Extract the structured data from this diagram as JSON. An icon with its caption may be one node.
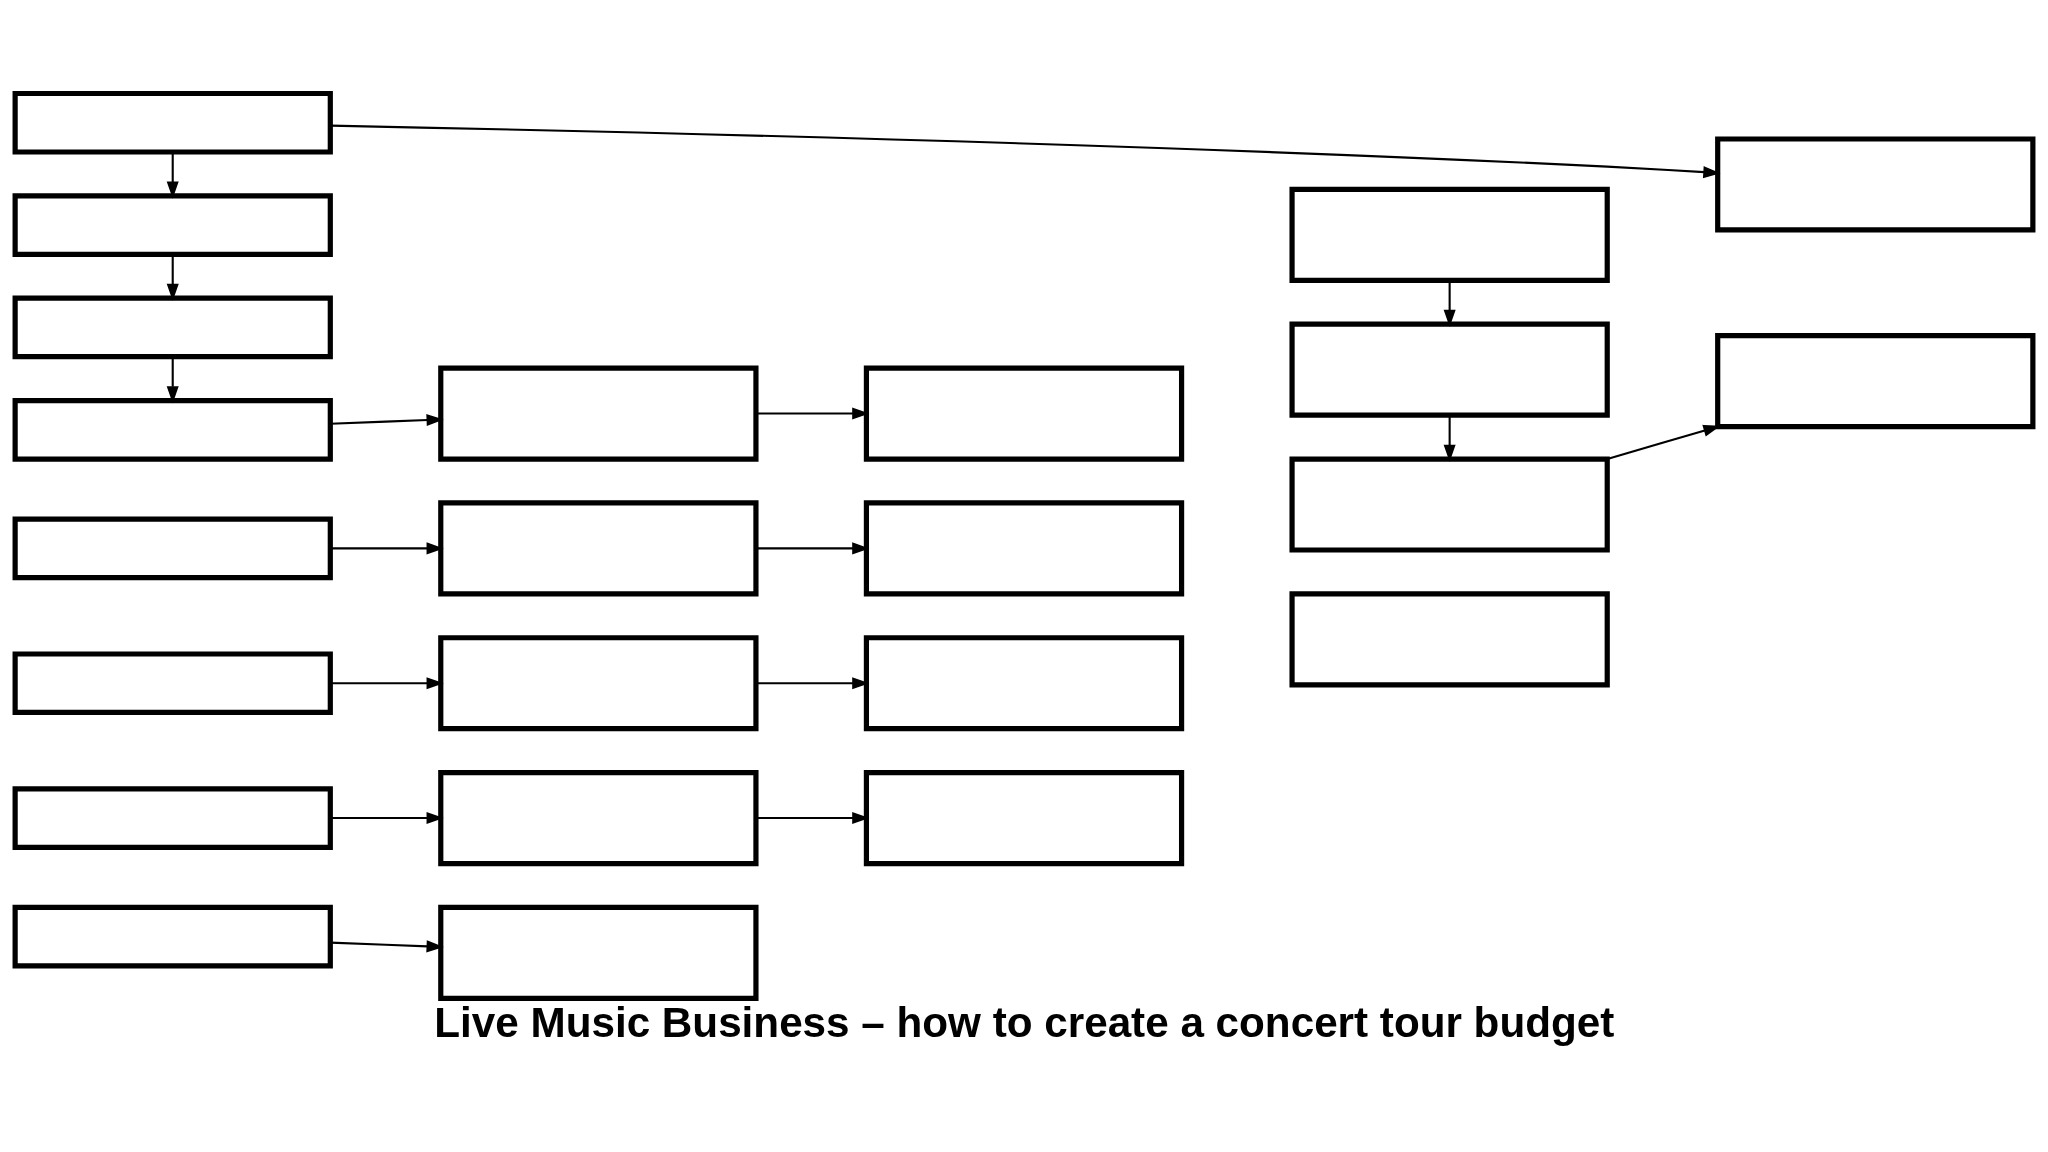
{
  "diagram": {
    "caption": "Live Music Business – how to create a concert tour budget",
    "nodes": [
      {
        "text": [],
        "shape": "box"
      },
      {
        "text": [],
        "shape": "box"
      },
      {
        "text": [],
        "shape": "box"
      },
      {
        "text": [],
        "shape": "box"
      },
      {
        "text": [],
        "shape": "box"
      },
      {
        "text": [],
        "shape": "box"
      },
      {
        "text": [],
        "shape": "box"
      },
      {
        "text": [],
        "shape": "box"
      },
      {
        "text": [],
        "shape": "box"
      },
      {
        "text": [],
        "shape": "box"
      },
      {
        "text": [],
        "shape": "box"
      },
      {
        "text": [],
        "shape": "box"
      },
      {
        "text": [],
        "shape": "box"
      },
      {
        "text": [],
        "shape": "box"
      },
      {
        "text": [],
        "shape": "box"
      },
      {
        "text": [],
        "shape": "box"
      },
      {
        "text": [],
        "shape": "box"
      },
      {
        "text": [],
        "shape": "box"
      },
      {
        "text": [],
        "shape": "box"
      },
      {
        "text": [],
        "shape": "box"
      },
      {
        "text": [],
        "shape": "box"
      },
      {
        "text": [],
        "shape": "box"
      },
      {
        "text": [],
        "shape": "box"
      }
    ],
    "edges": [
      {
        "from": 0,
        "to": 1,
        "arrow": "to"
      },
      {
        "from": 0,
        "to": 2,
        "arrow": "to"
      },
      {
        "from": 2,
        "to": 3,
        "arrow": "to"
      },
      {
        "from": 3,
        "to": 4,
        "arrow": "to"
      },
      {
        "from": 4,
        "to": 5,
        "arrow": "to"
      },
      {
        "from": 5,
        "to": 6,
        "arrow": "to"
      },
      {
        "from": 7,
        "to": 8,
        "arrow": "to"
      },
      {
        "from": 8,
        "to": 9,
        "arrow": "to"
      },
      {
        "from": 10,
        "to": 11,
        "arrow": "to"
      },
      {
        "from": 11,
        "to": 12,
        "arrow": "to"
      },
      {
        "from": 13,
        "to": 14,
        "arrow": "to"
      },
      {
        "from": 14,
        "to": 15,
        "arrow": "to"
      },
      {
        "from": 16,
        "to": 17,
        "arrow": "to"
      },
      {
        "from": 18,
        "to": 19,
        "arrow": "to"
      },
      {
        "from": 19,
        "to": 20,
        "arrow": "to"
      },
      {
        "from": 20,
        "to": 21,
        "arrow": "to"
      }
    ]
  }
}
